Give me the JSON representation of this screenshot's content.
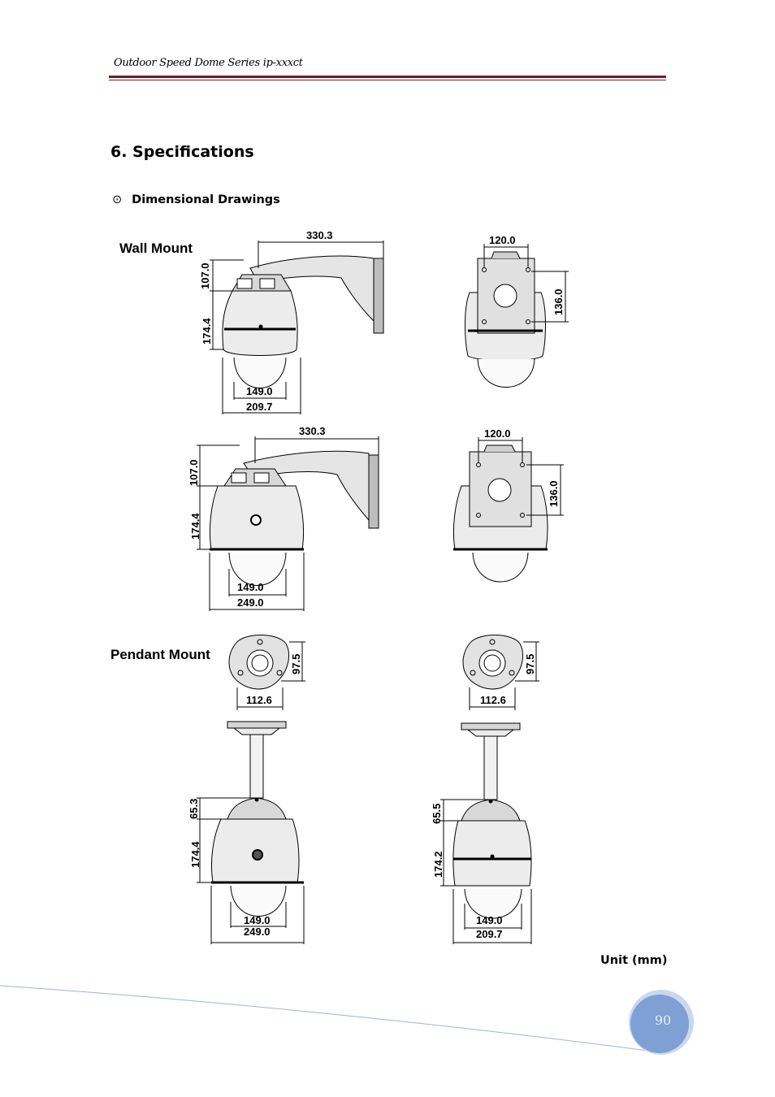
{
  "header": {
    "title": "Outdoor Speed Dome Series   ip-xxxct"
  },
  "section": {
    "title": "6. Specifications"
  },
  "subsection": {
    "bullet": "⊙",
    "title": "Dimensional Drawings"
  },
  "wall_mount": {
    "label": "Wall Mount",
    "top_side": {
      "width": "330.3",
      "h_upper": "107.0",
      "h_lower": "174.4",
      "w_inner": "149.0",
      "w_outer": "209.7"
    },
    "top_front": {
      "width": "120.0",
      "height": "136.0"
    },
    "bottom_side": {
      "width": "330.3",
      "h_upper": "107.0",
      "h_lower": "174.4",
      "w_inner": "149.0",
      "w_outer": "249.0"
    },
    "bottom_front": {
      "width": "120.0",
      "height": "136.0"
    }
  },
  "pendant_mount": {
    "label": "Pendant Mount",
    "left": {
      "plate_h": "97.5",
      "plate_w": "112.6",
      "h_upper": "65.3",
      "h_lower": "174.4",
      "w_inner": "149.0",
      "w_outer": "249.0"
    },
    "right": {
      "plate_h": "97.5",
      "plate_w": "112.6",
      "h_upper": "65.5",
      "h_lower": "174.2",
      "w_inner": "149.0",
      "w_outer": "209.7"
    }
  },
  "unit": "Unit (mm)",
  "page_number": "90"
}
